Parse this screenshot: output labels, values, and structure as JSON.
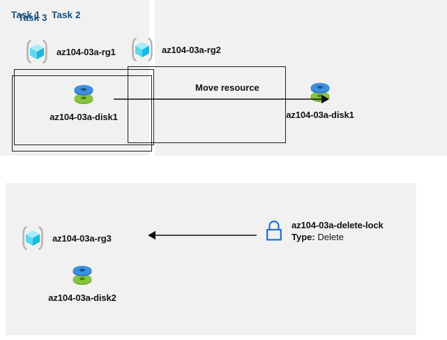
{
  "page": {
    "background": "#ffffff",
    "panel_background": "#f1f1f1",
    "title_color": "#1b4e7d",
    "text_color": "#111111",
    "arrow_color": "#111111",
    "lock_color": "#1f6fd0",
    "cube_cyan": "#5ce1f2",
    "disk_blue": "#3b8de0",
    "disk_green": "#74bd36"
  },
  "tasks": [
    {
      "id": "task-1",
      "title": "Task 1",
      "resource_group": {
        "icon": "resource-group-cube-icon",
        "label": "az104-03a-rg1"
      },
      "resource": {
        "icon": "managed-disk-icon",
        "label": "az104-03a-disk1"
      }
    },
    {
      "id": "task-2",
      "title": "Task 2",
      "resource_group": {
        "icon": "resource-group-cube-icon",
        "label": "az104-03a-rg2"
      },
      "resource": {
        "icon": "managed-disk-icon",
        "label": "az104-03a-disk1"
      }
    },
    {
      "id": "task-3",
      "title": "Task 3",
      "resource_group": {
        "icon": "resource-group-cube-icon",
        "label": "az104-03a-rg3"
      },
      "resource": {
        "icon": "managed-disk-icon",
        "label": "az104-03a-disk2"
      }
    }
  ],
  "arrows": {
    "move": {
      "caption": "Move resource",
      "direction": "right",
      "from": "task-1-disk",
      "to": "task-2-resource-group-box"
    },
    "lock": {
      "caption": "",
      "direction": "left",
      "from": "delete-lock",
      "to": "task-3-resource-group"
    }
  },
  "lock": {
    "icon": "lock-icon",
    "name": "az104-03a-delete-lock",
    "type_key": "Type:",
    "type_value": "Delete"
  }
}
